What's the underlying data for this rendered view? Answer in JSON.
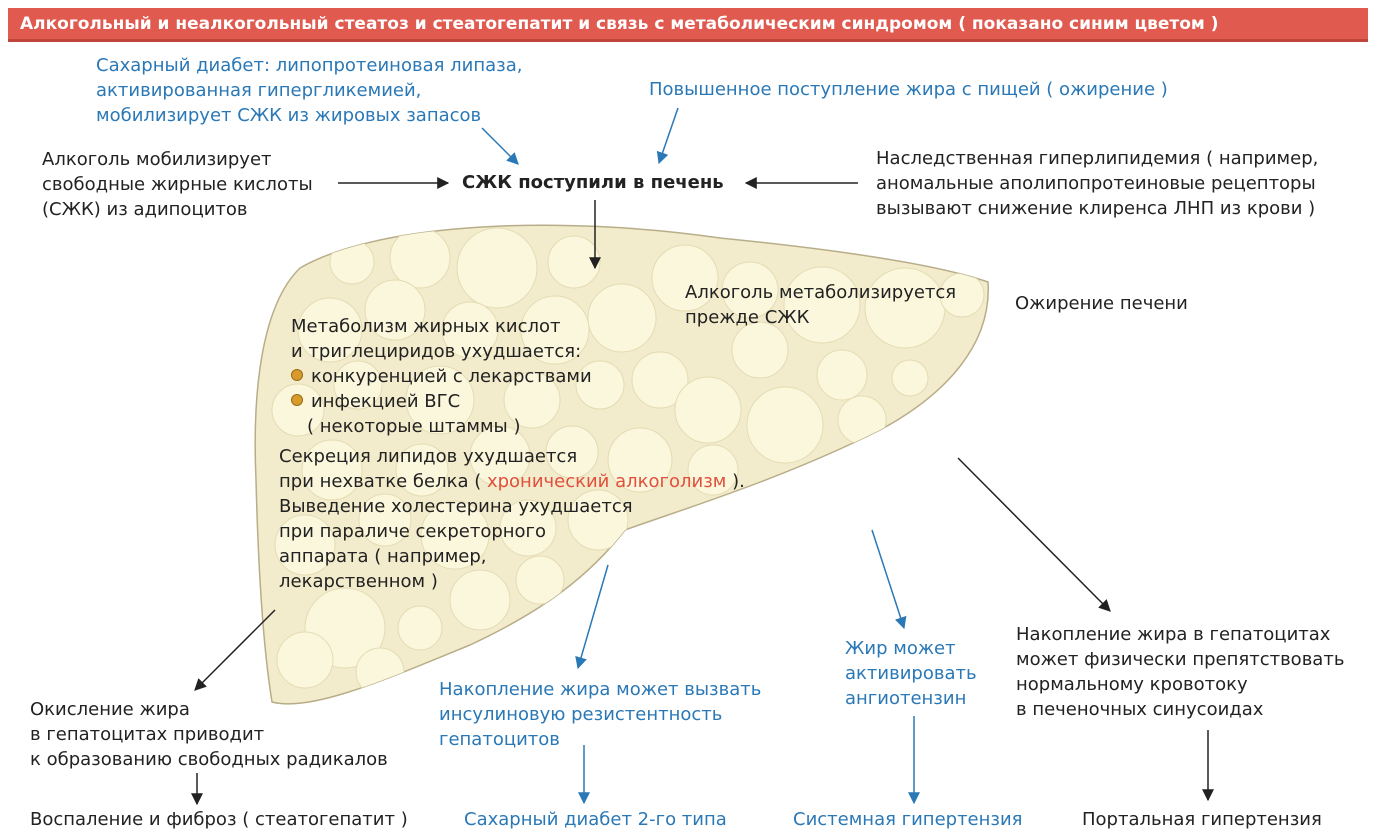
{
  "title": "Алкогольный и неалкогольный стеатоз и стеатогепатит и связь с метаболическим синдромом ( показано синим цветом )",
  "colors": {
    "banner": "#e05a4f",
    "metabolic_blue": "#2a78b6",
    "text": "#222222",
    "highlight_red": "#e0503c",
    "liver_fill": "#f3eccc",
    "fat_droplet": "#fbf7dc",
    "bullet": "#d89a2a"
  },
  "inputs": {
    "diabetes": [
      "Сахарный диабет: липопротеиновая липаза,",
      "активированная гипергликемией,",
      "мобилизирует СЖК из жировых запасов"
    ],
    "diet_fat": [
      "Повышенное поступление жира с пищей ( ожирение )"
    ],
    "alcohol_mobilize": [
      "Алкоголь мобилизирует",
      "свободные жирные кислоты",
      "(СЖК) из адипоцитов"
    ],
    "center": "СЖК поступили в печень",
    "hereditary": [
      "Наследственная гиперлипидемия ( например,",
      "аномальные аполипопротеиновые рецепторы",
      "вызывают снижение клиренса ЛНП из крови )"
    ]
  },
  "liver": {
    "alcohol_metabolized": [
      "Алкоголь метаболизируется",
      "прежде СЖК"
    ],
    "fatty_liver_label": "Ожирение печени",
    "impaired_metabolism": {
      "lines": [
        "Метаболизм жирных кислот",
        "и триглециридов ухудшается:"
      ],
      "bullets": [
        "конкуренцией с лекарствами",
        "инфекцией ВГС"
      ],
      "note": "( некоторые штаммы )"
    },
    "secretion": {
      "line1": "Секреция липидов ухудшается",
      "line2_pre": "при нехватке белка ( ",
      "line2_red": "хронический алкоголизм",
      "line2_post": " ).",
      "rest": [
        "Выведение холестерина ухудшается",
        "при параличе секреторного",
        "аппарата ( например,",
        "лекарственном )"
      ]
    }
  },
  "outcomes": {
    "oxidation": [
      "Окисление жира",
      "в гепатоцитах приводит",
      "к образованию свободных радикалов"
    ],
    "inflammation": "Воспаление и фиброз ( стеатогепатит )",
    "insulin_resistance": [
      "Накопление жира может вызвать",
      "инсулиновую резистентность",
      "гепатоцитов"
    ],
    "diabetes2": "Сахарный диабет 2-го типа",
    "angiotensin": [
      "Жир может",
      "активировать",
      "ангиотензин"
    ],
    "hypertension": "Системная гипертензия",
    "bloodflow": [
      "Накопление жира в гепатоцитах",
      "может физически препятствовать",
      "нормальному кровотоку",
      "в печеночных синусоидах"
    ],
    "portal": "Портальная гипертензия"
  }
}
